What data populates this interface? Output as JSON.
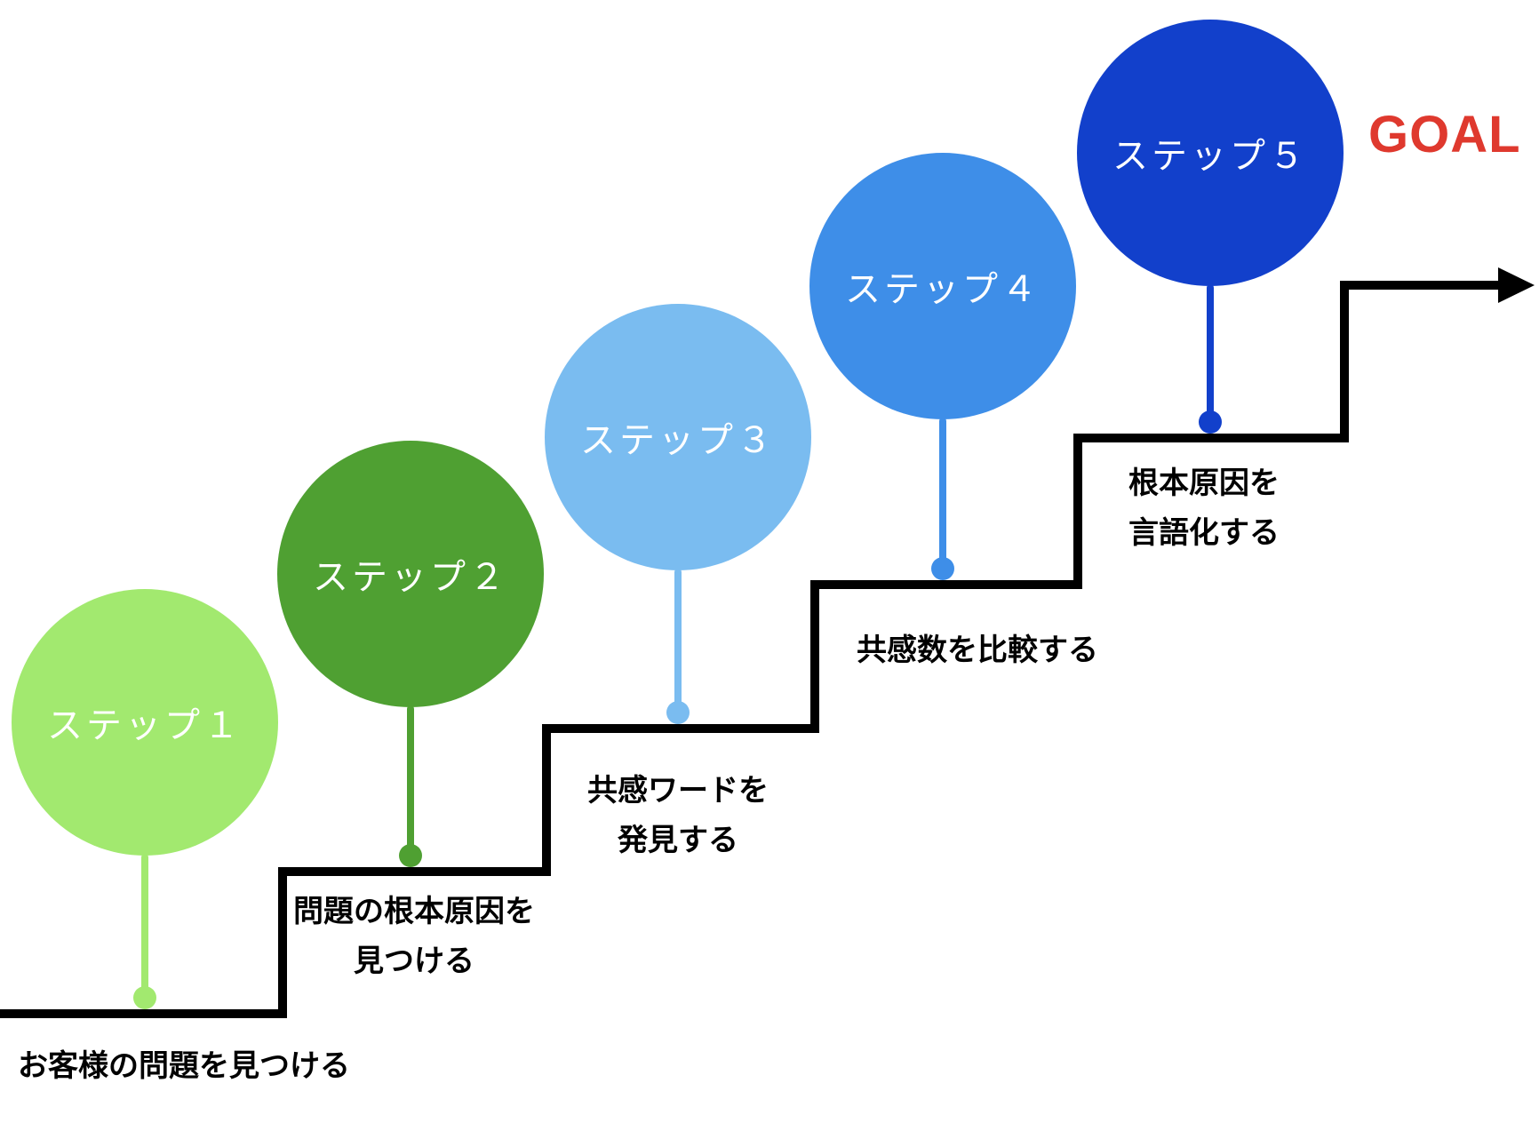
{
  "goal": {
    "label": "GOAL",
    "color": "#DF392E"
  },
  "line_color": "#000000",
  "steps": [
    {
      "label": "ステップ１",
      "description": "お客様の問題を見つける",
      "color": "#A2E96F"
    },
    {
      "label": "ステップ２",
      "description": "問題の根本原因を\n見つける",
      "color": "#4FA032"
    },
    {
      "label": "ステップ３",
      "description": "共感ワードを\n発見する",
      "color": "#7ABCF0"
    },
    {
      "label": "ステップ４",
      "description": "共感数を比較する",
      "color": "#3E8EE8"
    },
    {
      "label": "ステップ５",
      "description": "根本原因を\n言語化する",
      "color": "#1240CB"
    }
  ]
}
